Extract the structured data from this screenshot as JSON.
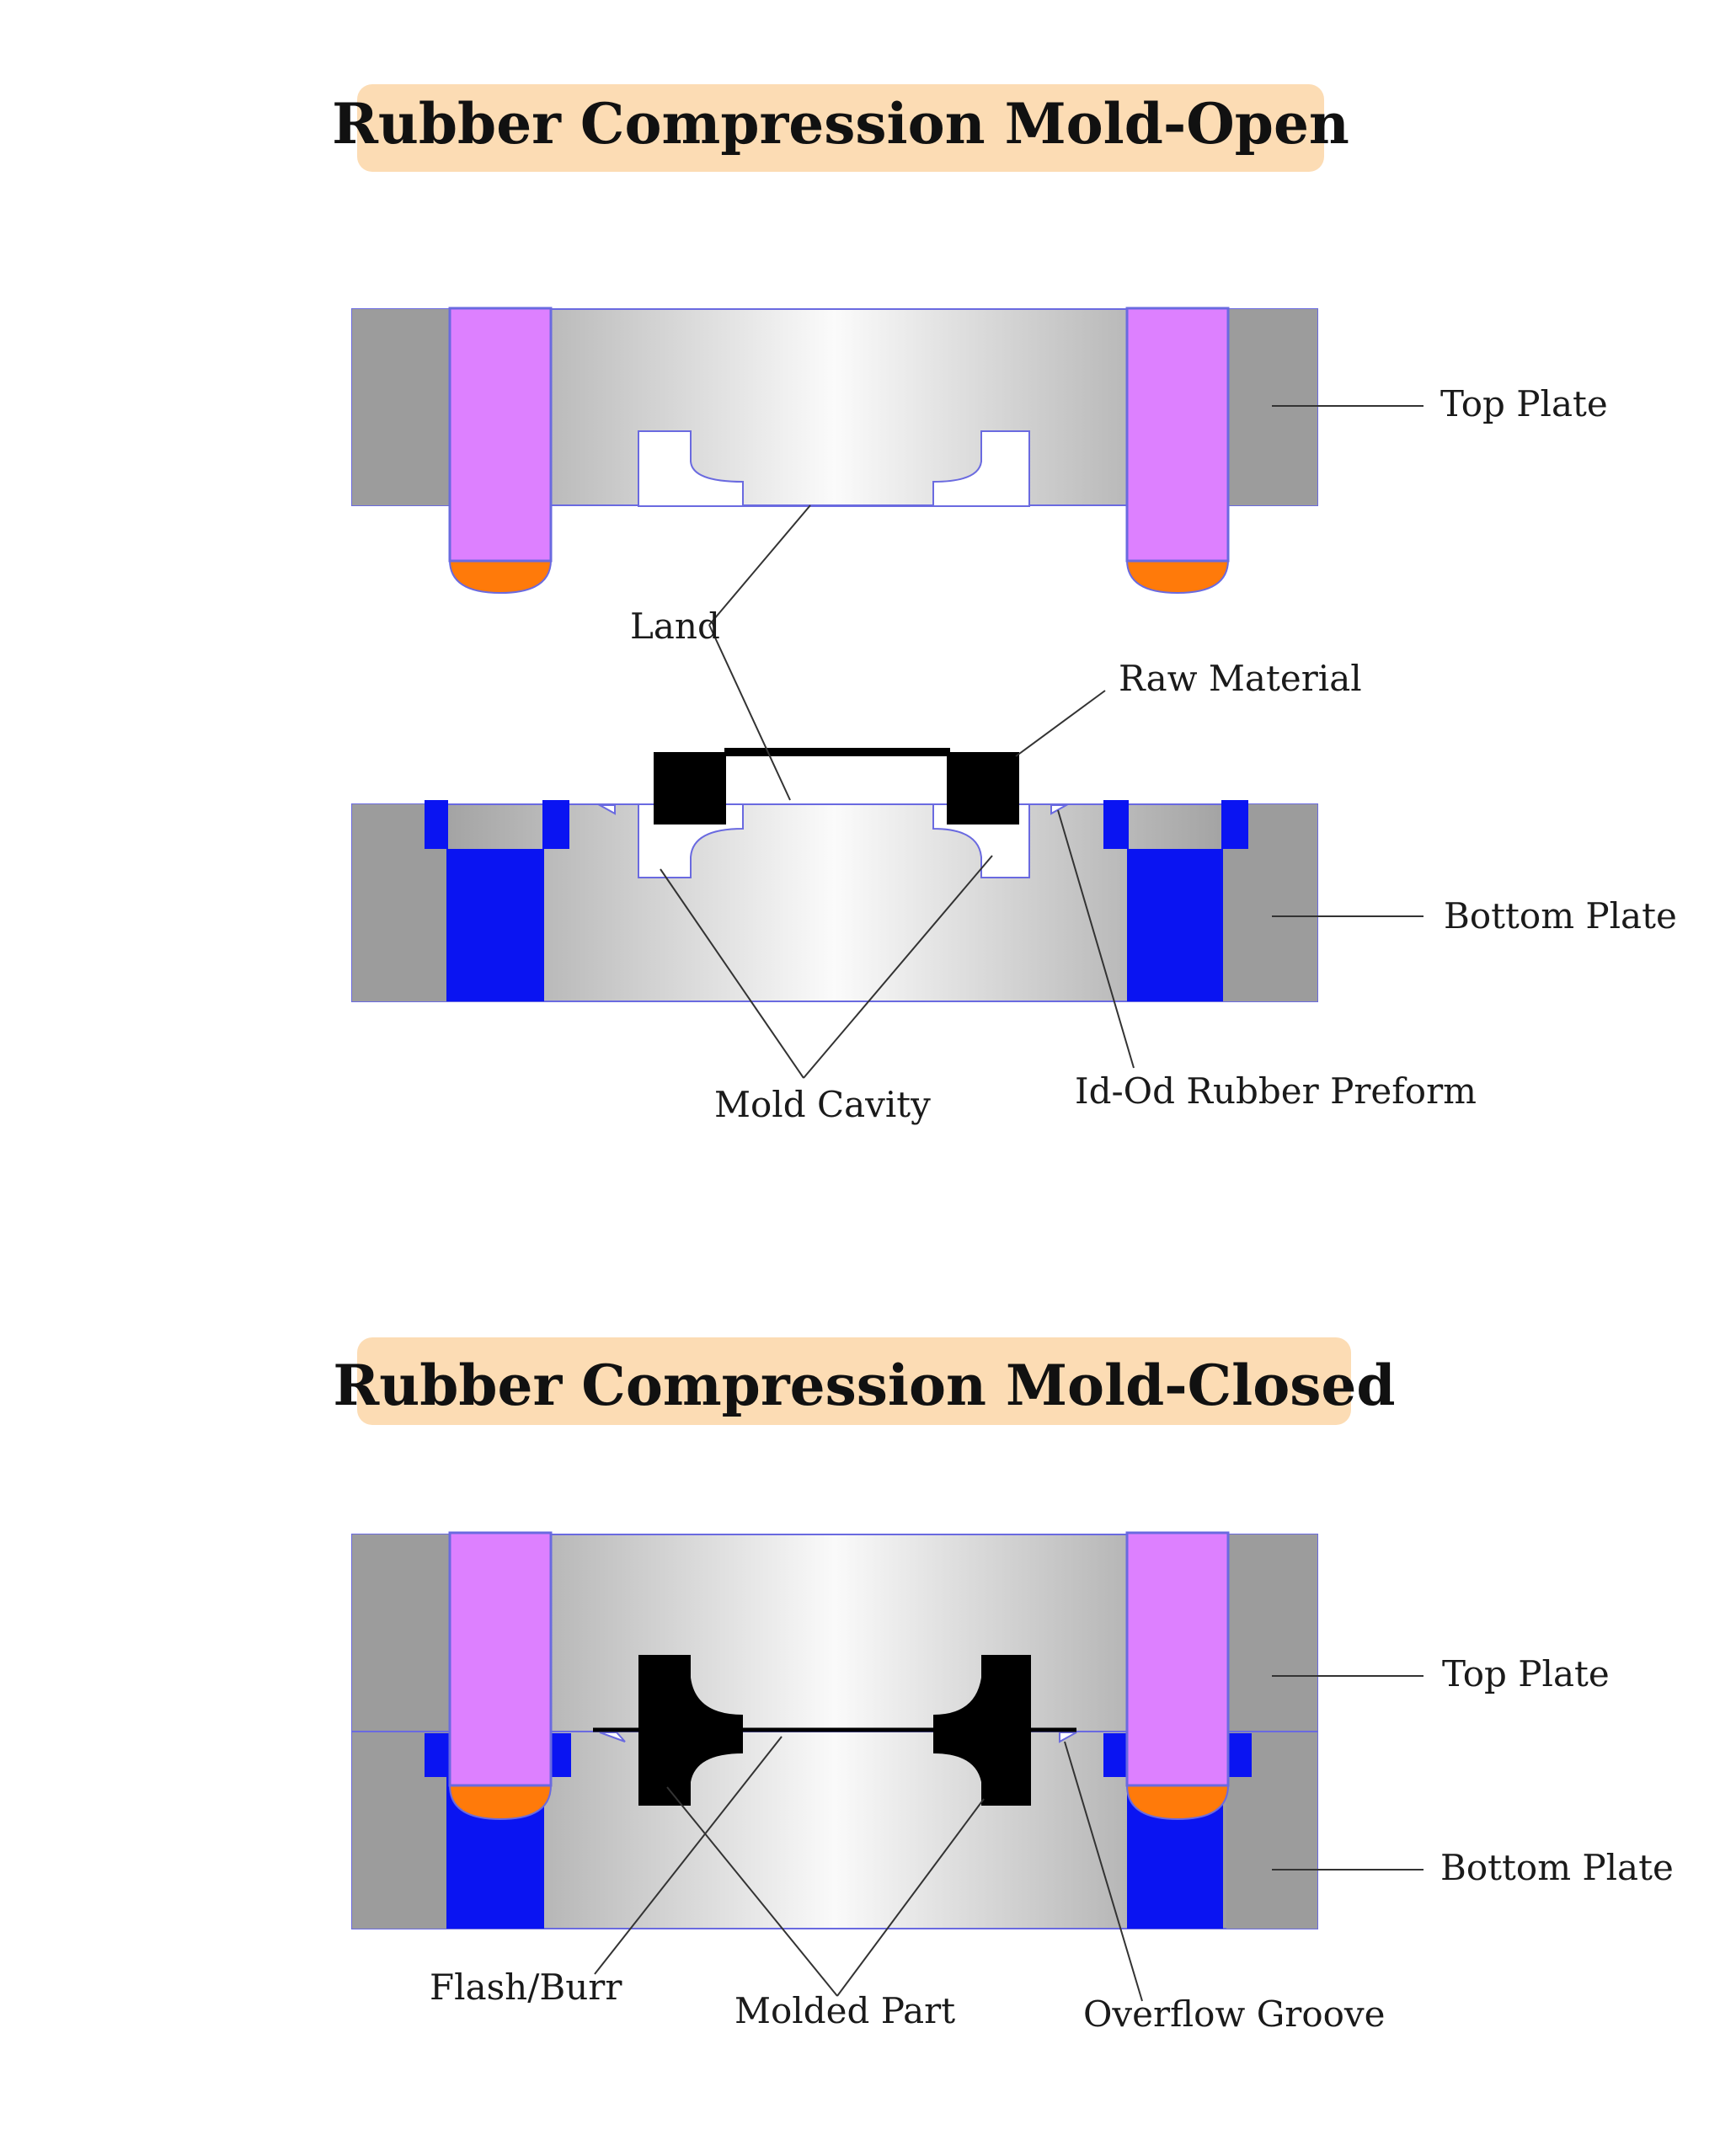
{
  "colors": {
    "title_badge": "#fcdcb4",
    "plate_dark": "#9c9c9c",
    "plate_edge": "#6a6ae0",
    "guide_pin": "#dd80ff",
    "pin_tip": "#ff7a0a",
    "guide_bushing": "#0a14f2",
    "rubber": "#000000"
  },
  "open_section": {
    "title": "Rubber Compression Mold-Open",
    "labels": {
      "top_plate": "Top Plate",
      "land": "Land",
      "raw_material": "Raw Material",
      "bottom_plate": "Bottom Plate",
      "mold_cavity": "Mold Cavity",
      "preform": "Id-Od Rubber Preform"
    }
  },
  "closed_section": {
    "title": "Rubber Compression Mold-Closed",
    "labels": {
      "top_plate": "Top Plate",
      "bottom_plate": "Bottom Plate",
      "flash": "Flash/Burr",
      "molded_part": "Molded Part",
      "overflow_groove": "Overflow Groove"
    }
  }
}
